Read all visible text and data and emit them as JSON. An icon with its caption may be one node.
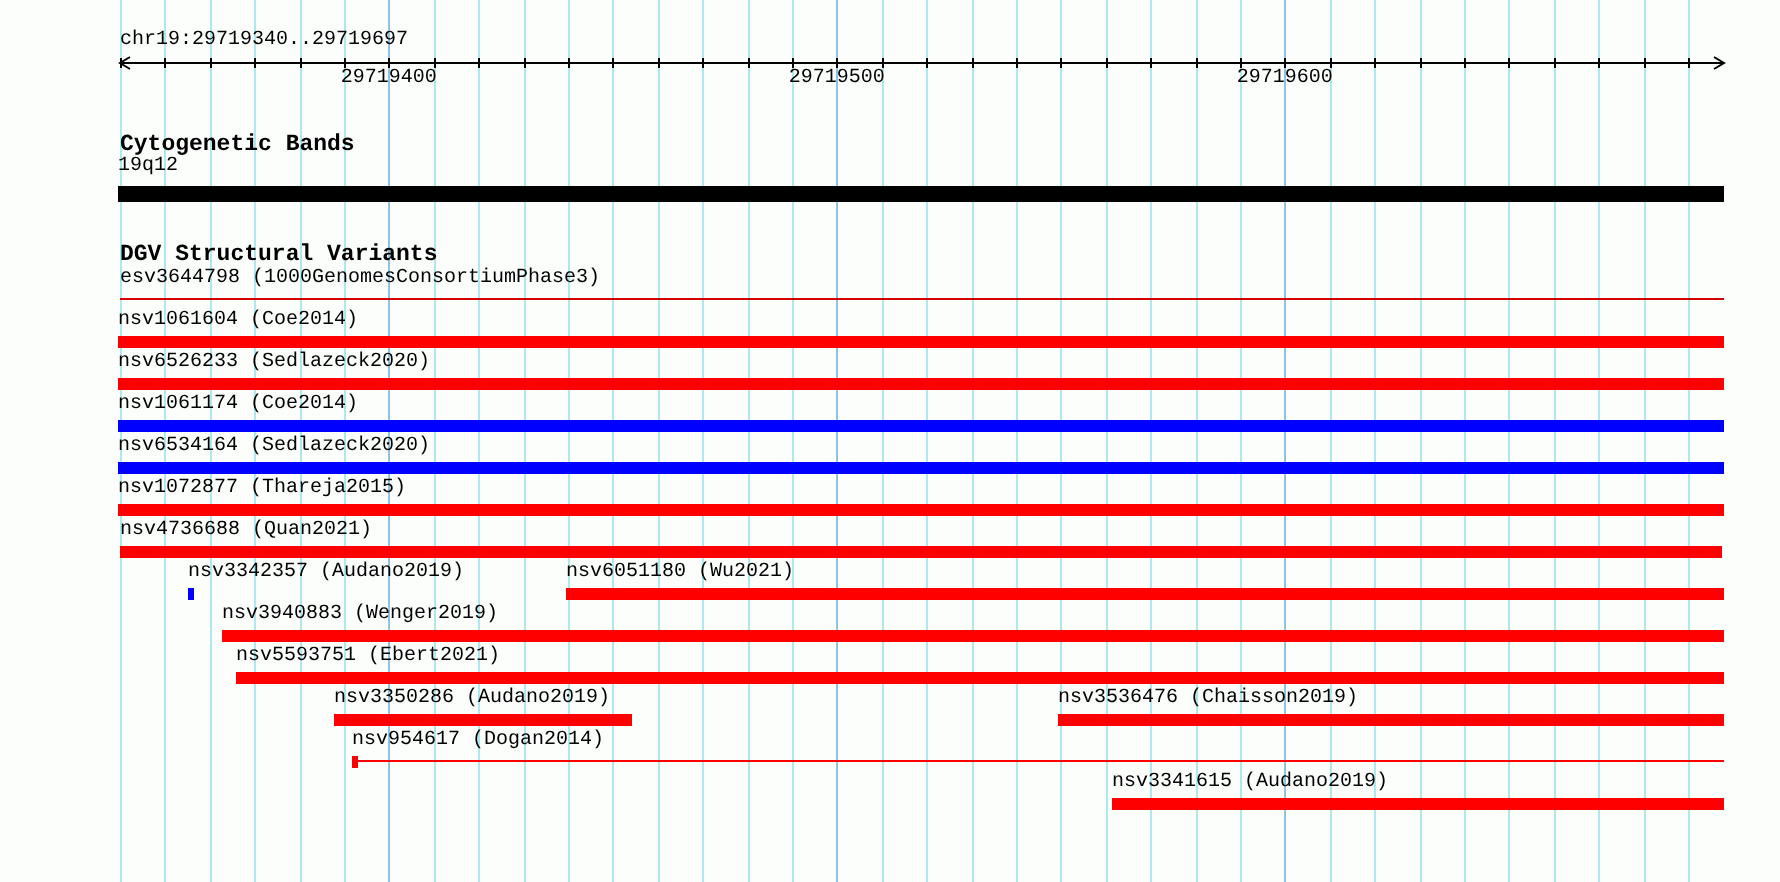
{
  "diagram": {
    "nodes": [
      {
        "text": [
          "19q12"
        ]
      },
      {
        "text": [
          "esv3644798 (1000GenomesConsortiumPhase3)"
        ]
      },
      {
        "text": [
          "nsv1061604 (Coe2014)"
        ]
      },
      {
        "text": [
          "nsv6526233 (Sedlazeck2020)"
        ]
      },
      {
        "text": [
          "nsv1061174 (Coe2014)"
        ]
      },
      {
        "text": [
          "nsv6534164 (Sedlazeck2020)"
        ]
      },
      {
        "text": [
          "nsv1072877 (Thareja2015)"
        ]
      },
      {
        "text": [
          "nsv4736688 (Quan2021)"
        ]
      },
      {
        "text": [
          "nsv3342357 (Audano2019)"
        ]
      },
      {
        "text": [
          "nsv6051180 (Wu2021)"
        ]
      },
      {
        "text": [
          "nsv3940883 (Wenger2019)"
        ]
      },
      {
        "text": [
          "nsv5593751 (Ebert2021)"
        ]
      },
      {
        "text": [
          "nsv3350286 (Audano2019)"
        ]
      },
      {
        "text": [
          "nsv3536476 (Chaisson2019)"
        ]
      },
      {
        "text": [
          "nsv954617 (Dogan2014)"
        ]
      },
      {
        "text": [
          "nsv3341615 (Audano2019)"
        ]
      }
    ],
    "labels": [
      "chr19:29719340..29719697",
      "29719400",
      "29719500",
      "29719600",
      "Cytogenetic Bands",
      "DGV Structural Variants"
    ]
  }
}
